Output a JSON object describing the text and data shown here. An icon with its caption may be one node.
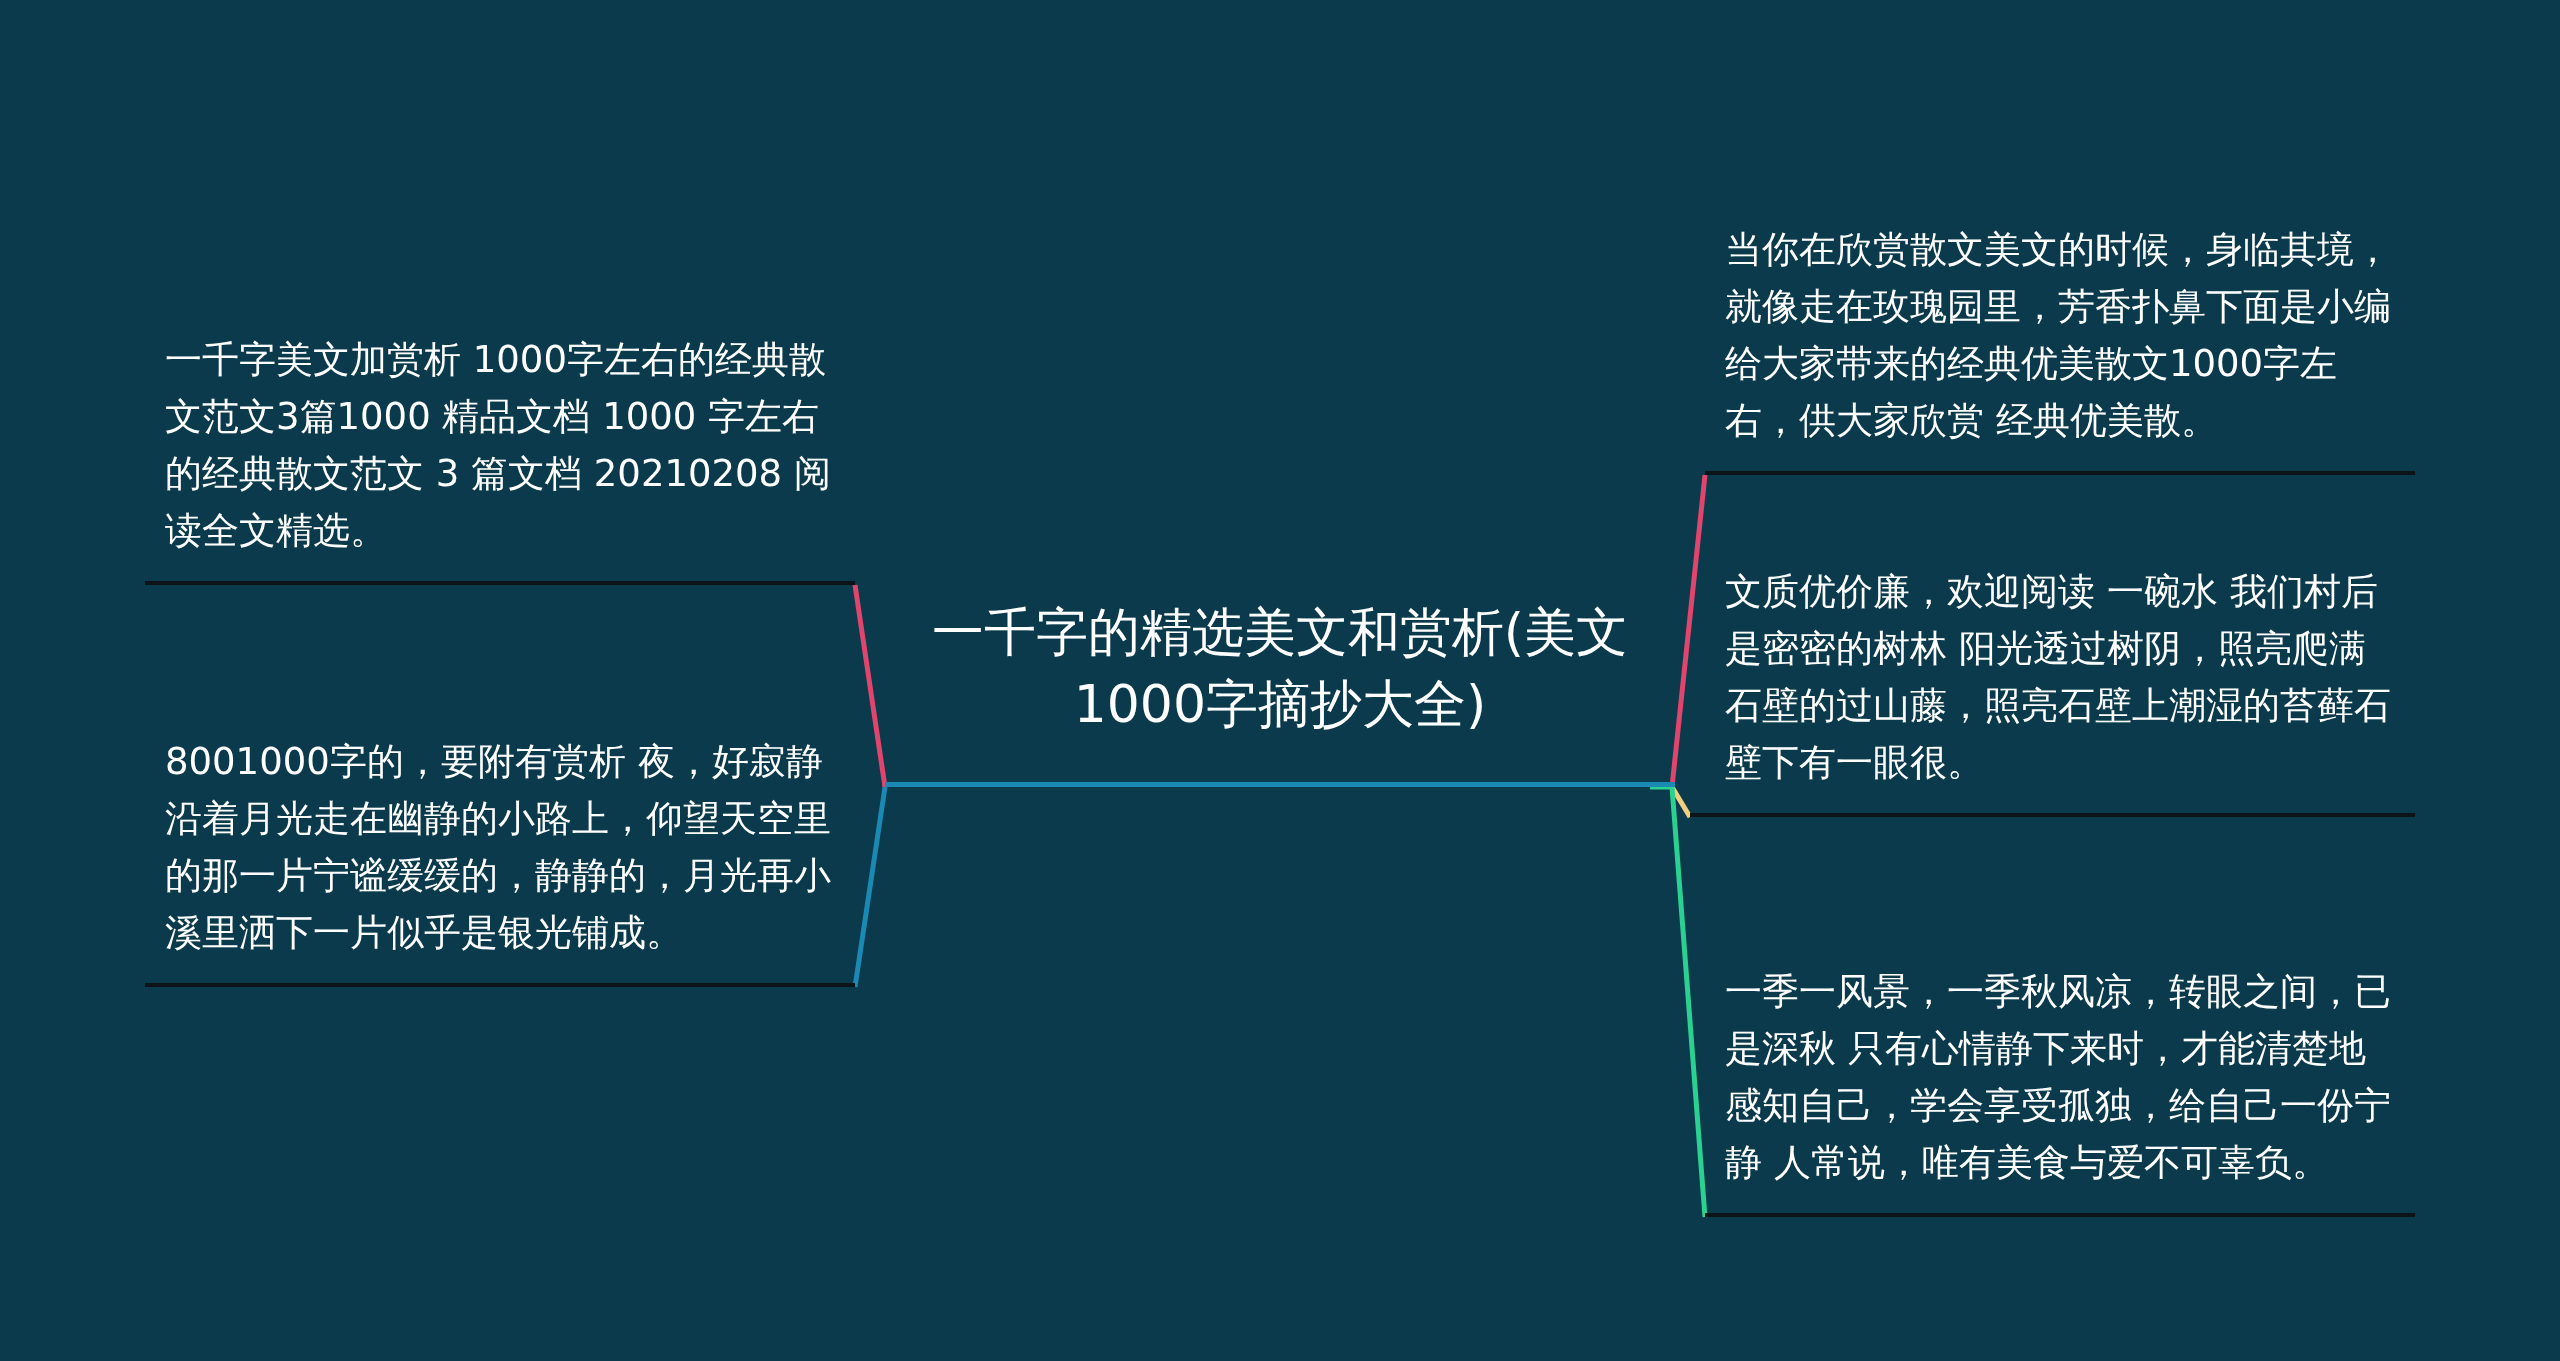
{
  "diagram": {
    "nodes": [
      {
        "text": [
          "一千字的精选美文和赏析(美文1000字摘抄大全)"
        ]
      },
      {
        "text": [
          "一千字美文加赏析 1000字左右的经典散文范文3篇1000 精品文档 1000 字左右的经典散文范文 3 篇文档 20210208 阅读全文精选。"
        ]
      },
      {
        "text": [
          "8001000字的，要附有赏析 夜，好寂静沿着月光走在幽静的小路上，仰望天空里的那一片宁谧缓缓的，静静的，月光再小溪里洒下一片似乎是银光铺成。"
        ]
      },
      {
        "text": [
          "当你在欣赏散文美文的时候，身临其境，就像走在玫瑰园里，芳香扑鼻下面是小编给大家带来的经典优美散文1000字左右，供大家欣赏 经典优美散。"
        ]
      },
      {
        "text": [
          "文质优价廉，欢迎阅读 一碗水 我们村后是密密的树林 阳光透过树阴，照亮爬满石壁的过山藤，照亮石壁上潮湿的苔藓石壁下有一眼很。"
        ]
      },
      {
        "text": [
          "一季一风景，一季秋风凉，转眼之间，已是深秋 只有心情静下来时，才能清楚地感知自己，学会享受孤独，给自己一份宁静 人常说，唯有美食与爱不可辜负。"
        ]
      }
    ],
    "edges": [
      {
        "from": 0,
        "to": 1,
        "arrow": "none",
        "color": "#e0456e"
      },
      {
        "from": 0,
        "to": 2,
        "arrow": "none",
        "color": "#1a8ab5"
      },
      {
        "from": 0,
        "to": 3,
        "arrow": "none",
        "color": "#e0456e"
      },
      {
        "from": 0,
        "to": 4,
        "arrow": "none",
        "color": "#f0d080"
      },
      {
        "from": 0,
        "to": 5,
        "arrow": "none",
        "color": "#2ad191"
      }
    ]
  }
}
